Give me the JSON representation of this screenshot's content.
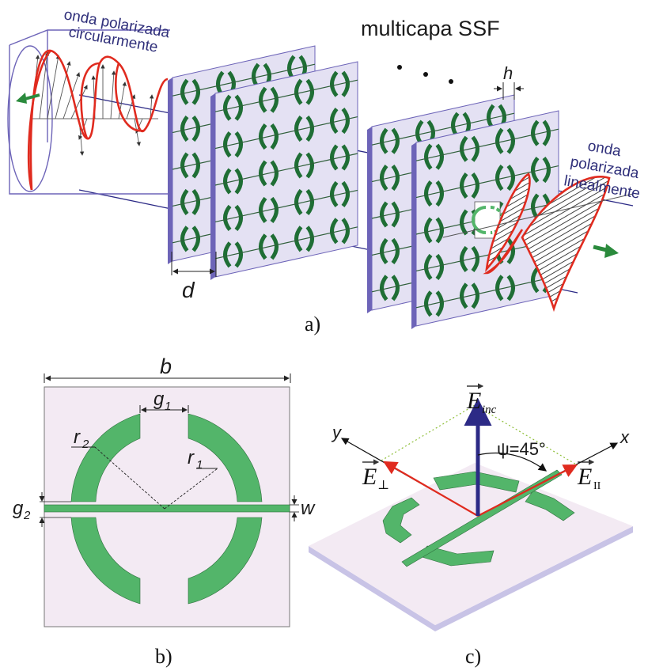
{
  "part_a": {
    "title": "multicapa SSF",
    "left_wave_label_line1": "onda polarizada",
    "left_wave_label_line2": "circularmente",
    "right_wave_label_line1": "onda",
    "right_wave_label_line2": "polarizada",
    "right_wave_label_line3": "linealmente",
    "spacing_label": "d",
    "thickness_label": "h",
    "ellipsis": ". . .",
    "caption": "a)"
  },
  "part_b": {
    "period_label": "b",
    "ring_gap_label": "g",
    "ring_gap_sub": "1",
    "strip_gap_label": "g",
    "strip_gap_sub": "2",
    "outer_radius_label": "r",
    "outer_radius_sub": "2",
    "inner_radius_label": "r",
    "inner_radius_sub": "1",
    "strip_width_label": "w",
    "caption": "b)"
  },
  "part_c": {
    "field_inc_label": "E",
    "field_inc_sub": "inc",
    "field_perp_label": "E",
    "field_perp_sub": "⊥",
    "field_par_label": "E",
    "field_par_sub": "II",
    "angle_label": "ψ=45°",
    "axis_y": "y",
    "axis_x": "x",
    "caption": "c)"
  },
  "colors": {
    "green": "#53b56a",
    "dark_green": "#1f6e35",
    "panel": "#e4e1f3",
    "panel_edge": "#6d64b8",
    "red": "#e02b1f",
    "navy": "#2c2a86",
    "sheet": "#f3eaf3"
  }
}
